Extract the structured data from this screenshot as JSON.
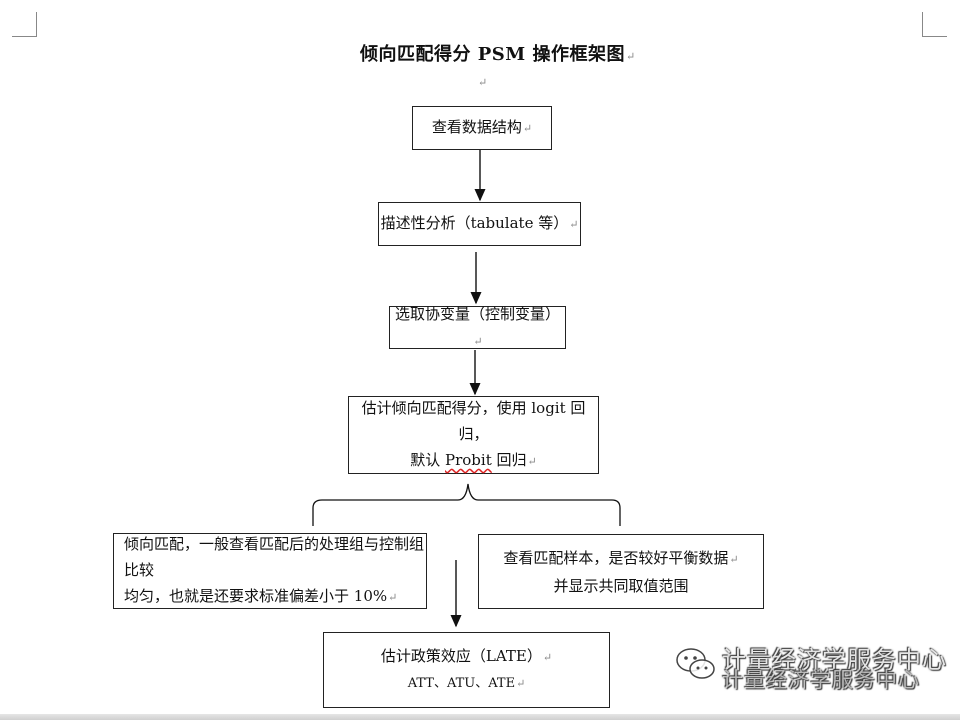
{
  "title": "倾向匹配得分 PSM 操作框架图",
  "para_mark": "↵",
  "steps": {
    "view_structure": "查看数据结构",
    "descriptive": "描述性分析（tabulate 等）",
    "select_covariates": "选取协变量（控制变量）",
    "estimate_line1": "估计倾向匹配得分，使用 logit 回归，",
    "estimate_line2_prefix": "默认",
    "estimate_line2_underlined": "Probit",
    "estimate_line2_suffix": "回归",
    "matching_line1": "倾向匹配，一般查看匹配后的处理组与控制组比较",
    "matching_line2": "均匀，也就是还要求标准偏差小于 10%",
    "check_line1": "查看匹配样本，是否较好平衡数据",
    "check_line2": "并显示共同取值范围",
    "effect_line1": "估计政策效应（LATE）",
    "effect_line2": "ATT、ATU、ATE"
  },
  "watermark": {
    "text": "计量经济学服务中心",
    "icon": "wechat-icon"
  }
}
